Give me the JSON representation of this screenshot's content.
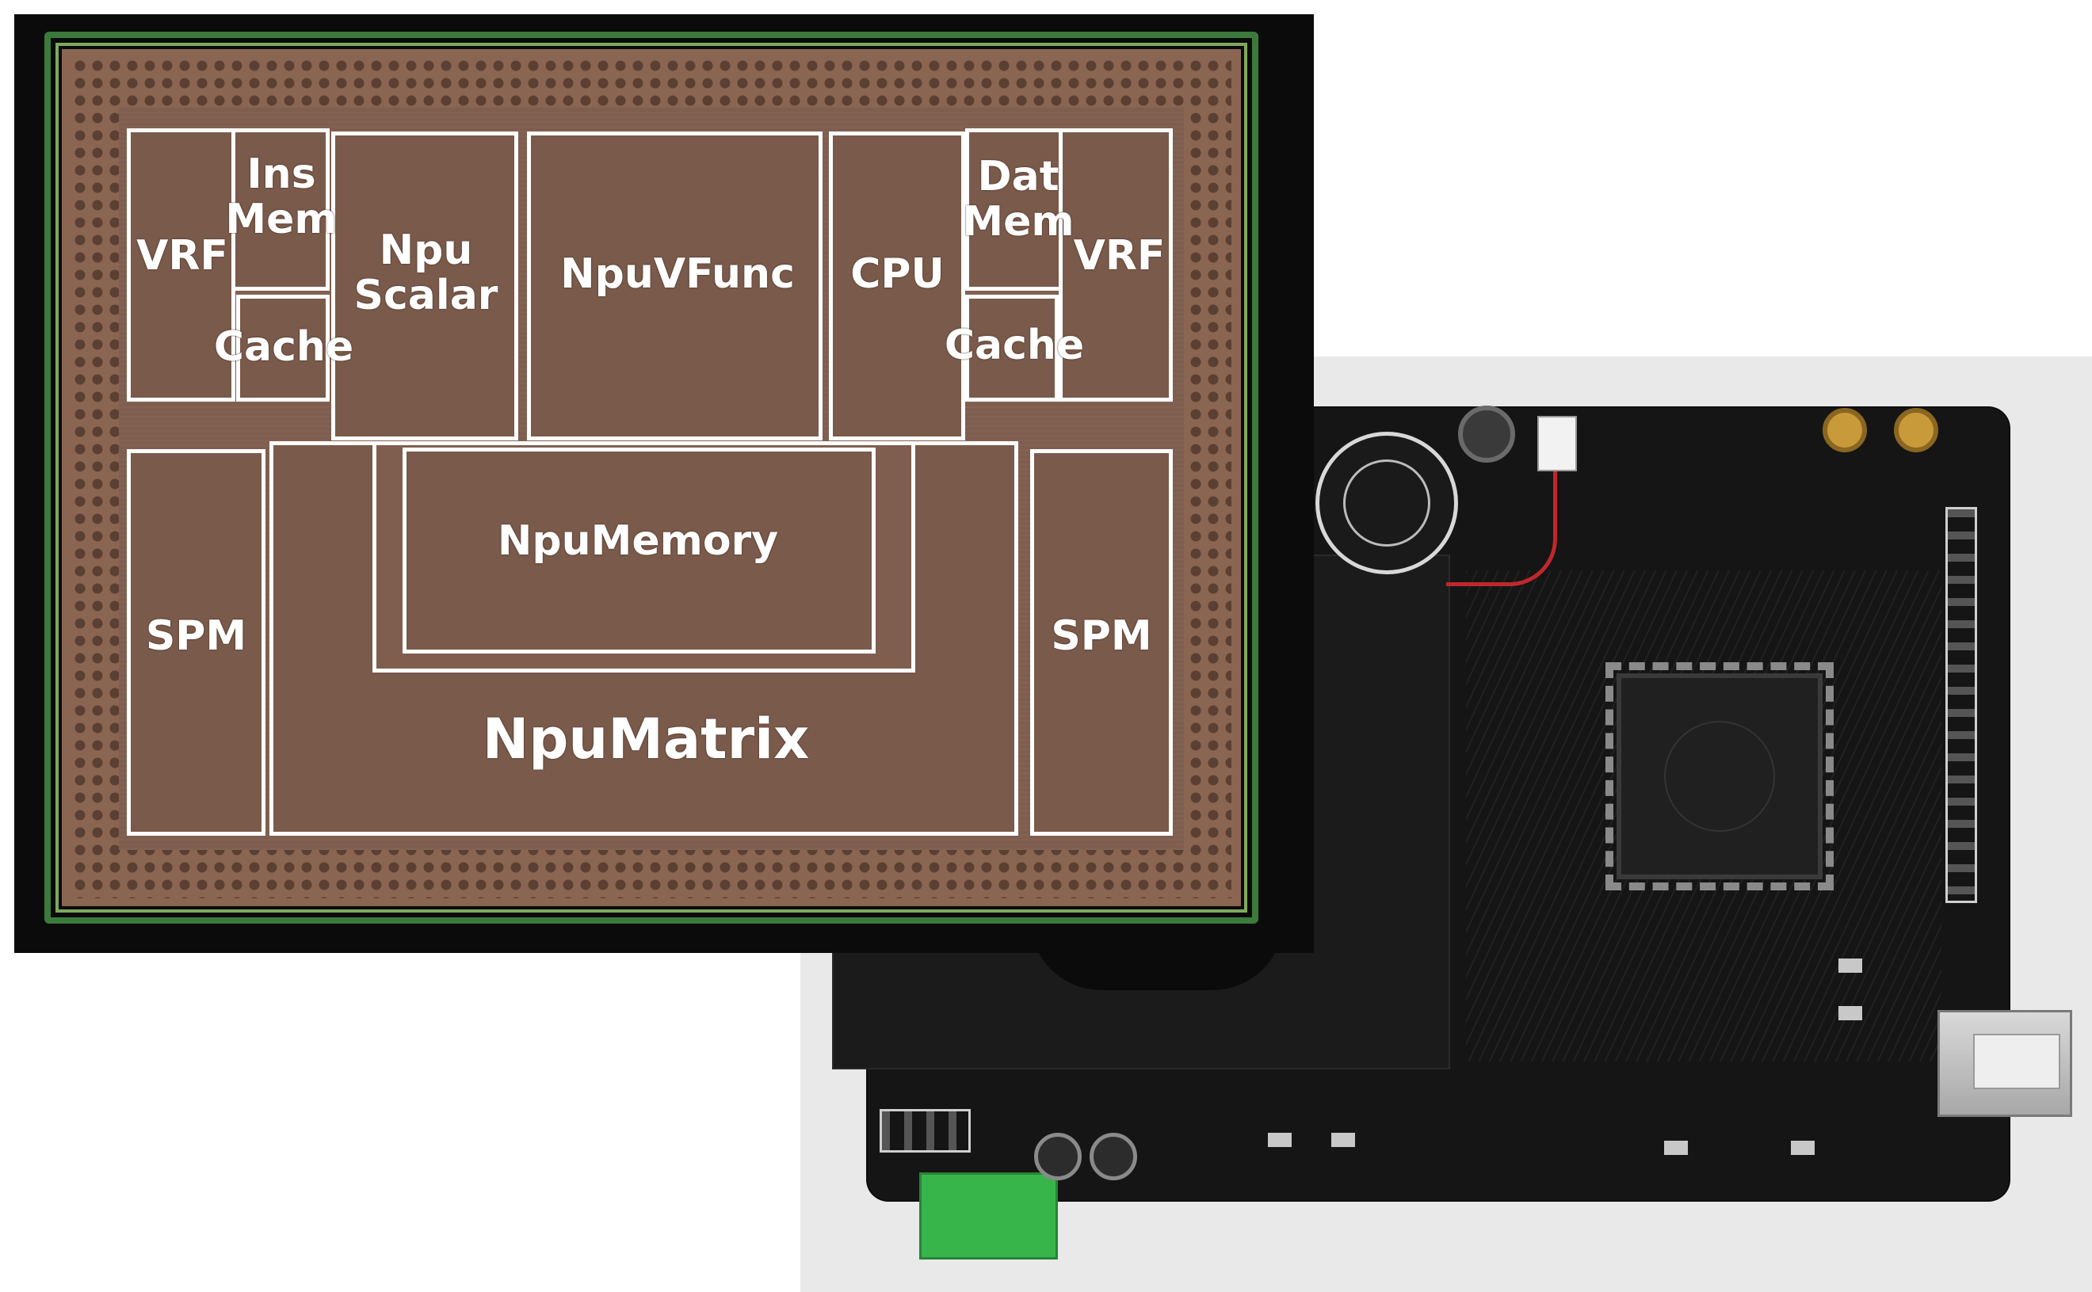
{
  "die_blocks": {
    "vrf_left": "VRF",
    "ins_mem": "Ins\nMem",
    "cache_left": "Cache",
    "npu_scalar": "Npu\nScalar",
    "npu_vfunc": "NpuVFunc",
    "cpu": "CPU",
    "dat_mem": "Dat\nMem",
    "cache_right": "Cache",
    "vrf_right": "VRF",
    "spm_left": "SPM",
    "npu_memory": "NpuMemory",
    "npu_matrix": "NpuMatrix",
    "spm_right": "SPM"
  },
  "colors": {
    "die_fill": "#7a5a4a",
    "block_outline": "#ffffff",
    "die_ring": "#3c7a3c",
    "pcb": "#151515",
    "terminal_block": "#37b54a",
    "power_wire": "#c0272d"
  }
}
